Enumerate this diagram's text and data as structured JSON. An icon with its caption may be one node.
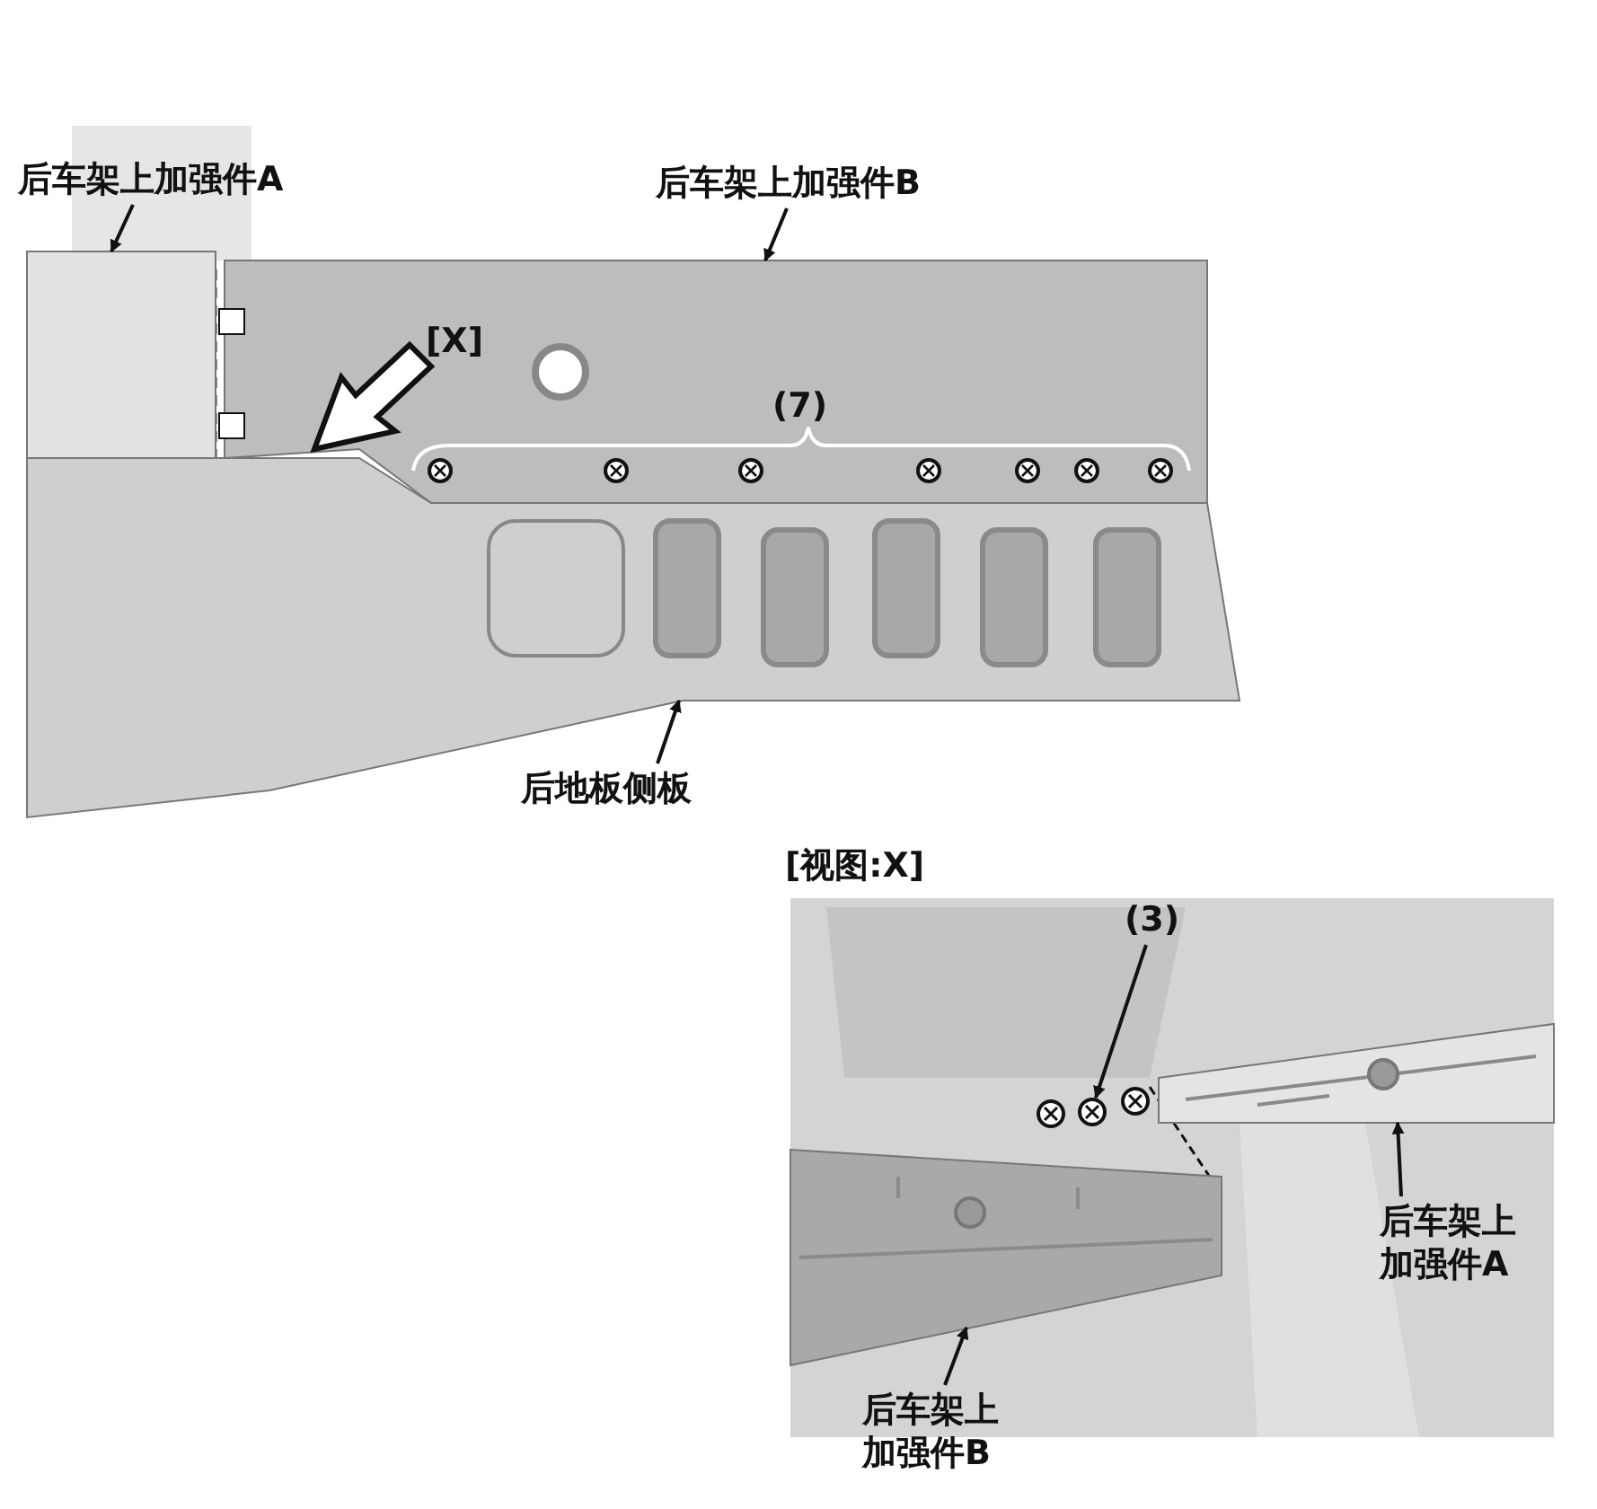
{
  "diagram": {
    "nodes": [
      {
        "text": [
          "后车架上加强件A"
        ]
      },
      {
        "text": [],
        "shape": "picture"
      },
      {
        "text": [
          "后车架上加强件B"
        ]
      },
      {
        "text": [],
        "shape": "picture"
      },
      {
        "text": [
          "后地板侧板"
        ]
      },
      {
        "text": [],
        "shape": "picture"
      },
      {
        "text": [
          "(3)"
        ]
      },
      {
        "text": [],
        "shape": "picture"
      },
      {
        "text": [
          "后车架上加强件A"
        ]
      },
      {
        "text": [],
        "shape": "picture"
      },
      {
        "text": [
          "后车架上加强件B"
        ]
      },
      {
        "text": [],
        "shape": "picture"
      }
    ],
    "edges": [
      {
        "from": 0,
        "to": 1,
        "arrow": "to"
      },
      {
        "from": 2,
        "to": 3,
        "arrow": "to"
      },
      {
        "from": 4,
        "to": 5,
        "arrow": "to"
      },
      {
        "from": 6,
        "to": 7,
        "arrow": "to"
      },
      {
        "from": 8,
        "to": 9,
        "arrow": "to"
      },
      {
        "from": 10,
        "to": 11,
        "arrow": "to"
      }
    ],
    "labels": [
      "[X]",
      "(7)",
      "[视图:X]"
    ]
  }
}
